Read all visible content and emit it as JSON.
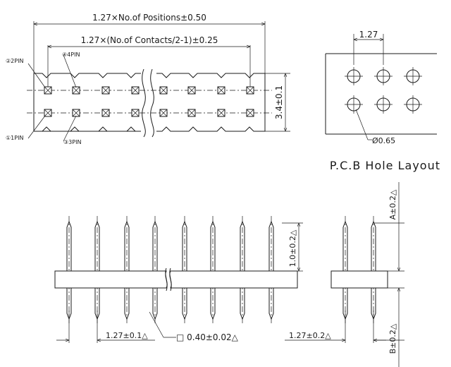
{
  "top_view": {
    "dim_positions": "1.27×No.of Positions±0.50",
    "dim_contacts": "1.27×(No.of Contacts/2-1)±0.25",
    "dim_height": "3.4±0.1",
    "pin_labels": {
      "pin1": "①1PIN",
      "pin2": "②2PIN",
      "pin3": "③3PIN",
      "pin4": "④4PIN"
    }
  },
  "pcb_layout": {
    "title": "P.C.B Hole Layout",
    "pitch": "1.27",
    "hole": "Ø0.65"
  },
  "front_view": {
    "dim_pitch": "1.27±0.1△",
    "dim_square": "□ 0.40±0.02△",
    "dim_upper": "1.0±0.2△"
  },
  "side_view": {
    "dim_pitch": "1.27±0.2△",
    "dim_a": "A±0.2△",
    "dim_b": "B±0.2△"
  }
}
